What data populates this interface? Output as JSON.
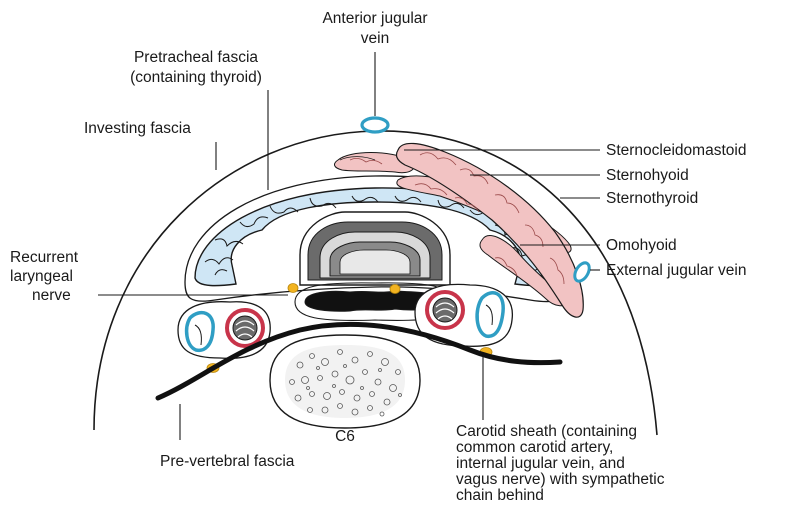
{
  "labels": {
    "anterior_jugular_1": "Anterior jugular",
    "anterior_jugular_2": "vein",
    "pretracheal_1": "Pretracheal fascia",
    "pretracheal_2": "(containing thyroid)",
    "investing": "Investing fascia",
    "sternocleidomastoid": "Sternocleidomastoid",
    "sternohyoid": "Sternohyoid",
    "sternothyroid": "Sternothyroid",
    "omohyoid": "Omohyoid",
    "external_jugular": "External jugular vein",
    "recurrent_1": "Recurrent",
    "recurrent_2": "laryngeal",
    "recurrent_3": "nerve",
    "vertebra": "C6",
    "prevertebral": "Pre-vertebral fascia",
    "carotid_1": "Carotid sheath (containing",
    "carotid_2": "common carotid artery,",
    "carotid_3": "internal jugular vein, and",
    "carotid_4": "vagus nerve) with sympathetic",
    "carotid_5": "chain behind"
  },
  "colors": {
    "thyroid": "#cfe6f5",
    "muscle": "#f2c3c3",
    "vein": "#2f9ec4",
    "artery": "#c8344a",
    "nerve": "#f2b320",
    "outline": "#1a1a1a",
    "trachea": "#6b6b6b"
  }
}
